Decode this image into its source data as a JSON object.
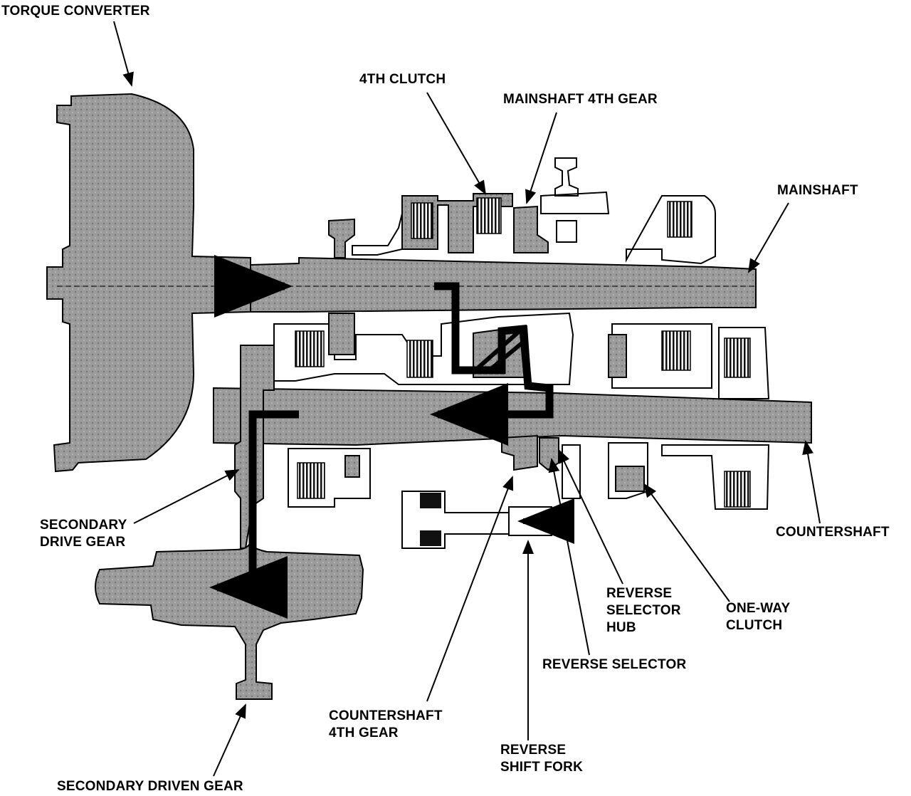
{
  "labels": {
    "torque_converter": "TORQUE CONVERTER",
    "fourth_clutch": "4TH CLUTCH",
    "mainshaft_4th_gear": "MAINSHAFT 4TH GEAR",
    "mainshaft": "MAINSHAFT",
    "secondary_drive_gear": [
      "SECONDARY",
      "DRIVE GEAR"
    ],
    "countershaft": "COUNTERSHAFT",
    "reverse_selector_hub": [
      "REVERSE",
      "SELECTOR",
      "HUB"
    ],
    "one_way_clutch": [
      "ONE-WAY",
      "CLUTCH"
    ],
    "reverse_selector": "REVERSE SELECTOR",
    "countershaft_4th_gear": [
      "COUNTERSHAFT",
      "4TH GEAR"
    ],
    "reverse_shift_fork": [
      "REVERSE",
      "SHIFT FORK"
    ],
    "secondary_driven_gear": "SECONDARY DRIVEN GEAR"
  },
  "colors": {
    "part_fill": "#9a9a9a",
    "line": "#000000",
    "flow_arrow": "#000000",
    "background": "#ffffff"
  }
}
